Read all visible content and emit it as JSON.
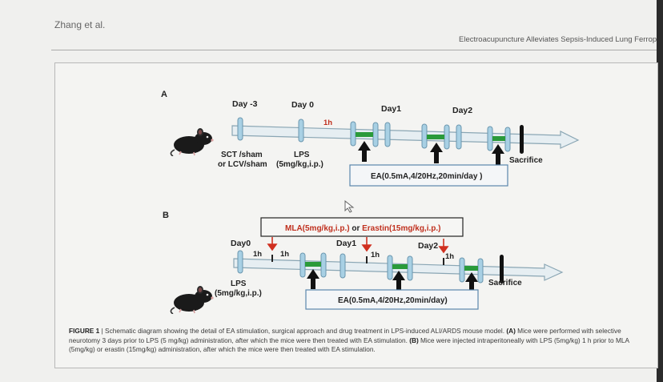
{
  "header": {
    "author": "Zhang et al.",
    "journal_title": "Electroacupuncture Alleviates Sepsis-Induced Lung Ferrop"
  },
  "panel_a": {
    "label": "A",
    "day_labels": [
      "Day -3",
      "Day 0",
      "Day1",
      "Day2"
    ],
    "interval": "1h",
    "surgery_line1": "SCT /sham",
    "surgery_line2": "or LCV/sham",
    "lps_line1": "LPS",
    "lps_line2": "(5mg/kg,i.p.)",
    "end_label": "Sacrifice",
    "ea_label": "EA(0.5mA,4/20Hz,20min/day )"
  },
  "panel_b": {
    "label": "B",
    "drug_black1": "MLA(5mg/kg,i.p.)",
    "drug_or": " or ",
    "drug_red": "Erastin(15mg/kg,i.p.)",
    "day_labels": [
      "Day0",
      "Day1",
      "Day2"
    ],
    "interval": "1h",
    "lps_line1": "LPS",
    "lps_line2": "(5mg/kg,i.p.)",
    "end_label": "Sacrifice",
    "ea_label": "EA(0.5mA,4/20Hz,20min/day)"
  },
  "caption": {
    "fig_label": "FIGURE 1",
    "text_1": " | Schematic diagram showing the detail of EA stimulation, surgical approach and drug treatment in LPS-induced ALI/ARDS mouse model. ",
    "part_a": "(A)",
    "text_2": " Mice were performed with selective neurotomy 3 days prior to LPS (5 mg/kg) administration, after which the mice were then treated with EA stimulation. ",
    "part_b": "(B)",
    "text_3": " Mice were injected intraperitoneally with LPS (5mg/kg) 1 h prior to MLA (5mg/kg) or erastin (15mg/kg) administration, after which the mice were then treated with EA stimulation."
  },
  "colors": {
    "timeline_fill": "#e6eef2",
    "timeline_stroke": "#8aa6b4",
    "tick_fill": "#a8d0e4",
    "ea_segment": "#2a9a3a",
    "red_arrow": "#d03020",
    "drug_red_text": "#c0301e",
    "ea_box": "#5a87ad"
  }
}
